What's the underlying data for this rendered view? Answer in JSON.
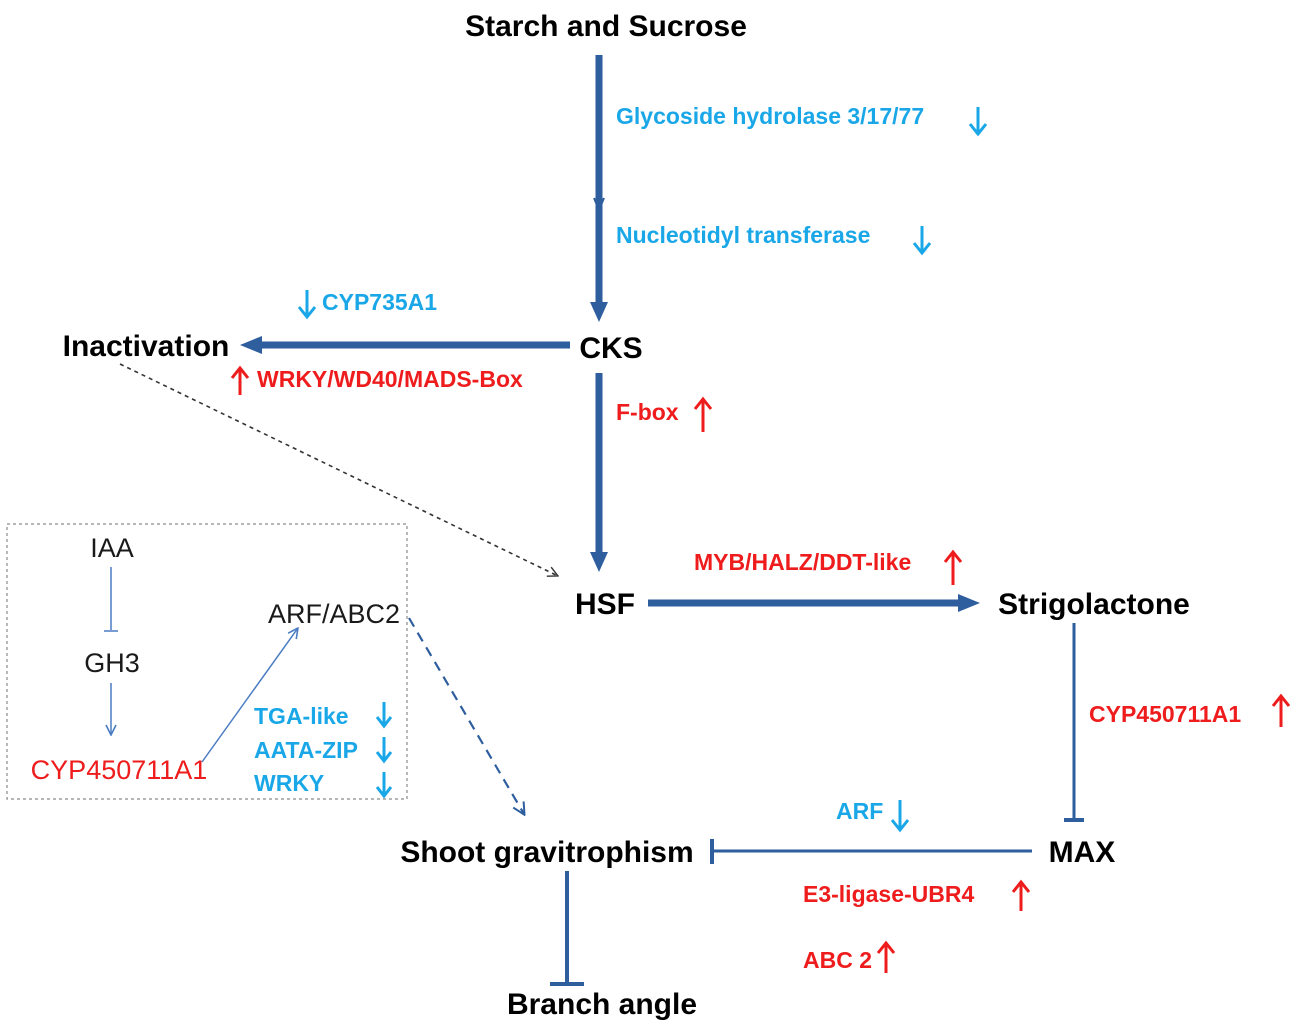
{
  "colors": {
    "arrow": "#2e5e9e",
    "thin_arrow": "#4a7cc2",
    "down_regulated": "#1aa7e8",
    "up_regulated": "#ee1c1c",
    "text": "#000000"
  },
  "nodes": {
    "starch_sucrose": "Starch and Sucrose",
    "cks": "CKS",
    "inactivation": "Inactivation",
    "hsf": "HSF",
    "strigolactone": "Strigolactone",
    "max": "MAX",
    "shoot_gravitropism": "Shoot gravitrophism",
    "branch_angle": "Branch angle"
  },
  "labels": {
    "glycoside_hydrolase": "Glycoside hydrolase 3/17/77",
    "nucleotidyl_transferase": "Nucleotidyl transferase",
    "cyp735a1": "CYP735A1",
    "wrky_wd40_mads": "WRKY/WD40/MADS-Box",
    "f_box": "F-box",
    "myb_halz_ddt": "MYB/HALZ/DDT-like",
    "cyp450711a1_right": "CYP450711A1",
    "arf": "ARF",
    "e3_ligase": "E3-ligase-UBR4",
    "abc2": "ABC 2"
  },
  "inset": {
    "iaa": "IAA",
    "gh3": "GH3",
    "cyp450711a1": "CYP450711A1",
    "arf_abc2": "ARF/ABC2",
    "tga_like": "TGA-like",
    "aata_zip": "AATA-ZIP",
    "wrky": "WRKY"
  }
}
